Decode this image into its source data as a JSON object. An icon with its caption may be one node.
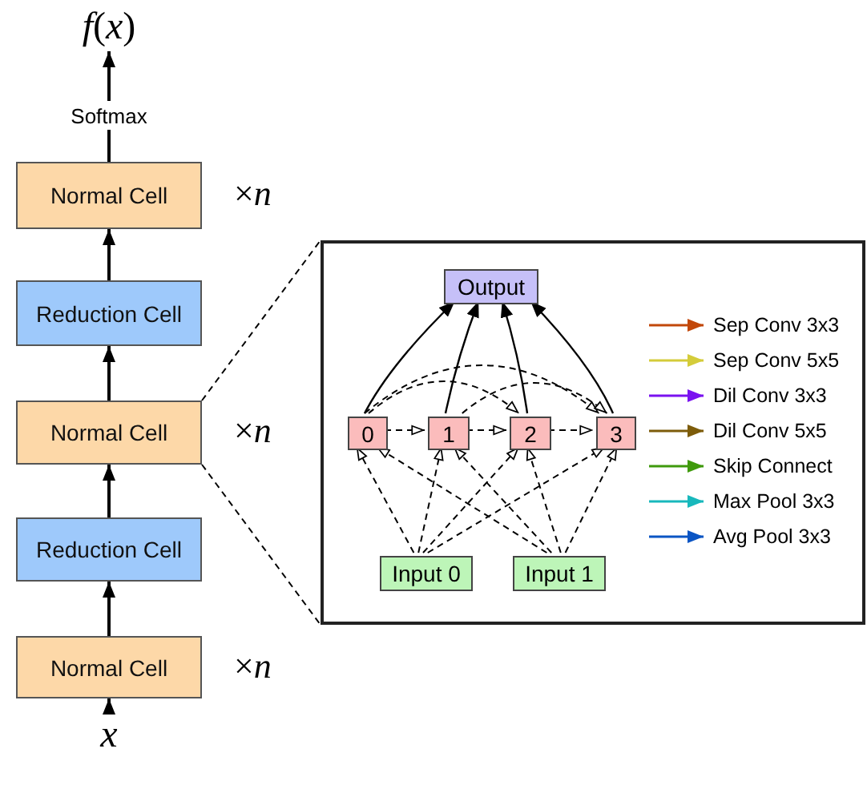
{
  "diagram": {
    "nodes": [
      {
        "text": [
          "*x*"
        ]
      },
      {
        "text": [
          "Normal Cell"
        ],
        "beside": [
          "×*n*"
        ]
      },
      {
        "text": [
          "Reduction Cell"
        ]
      },
      {
        "text": [
          "Normal Cell"
        ],
        "beside": [
          "×*n*"
        ]
      },
      {
        "text": [
          "Reduction Cell"
        ]
      },
      {
        "text": [
          "Normal Cell"
        ],
        "beside": [
          "×*n*"
        ]
      },
      {
        "text": [
          "Softmax"
        ]
      },
      {
        "text": [
          "*f*(*x*)"
        ]
      },
      {
        "text": [],
        "shape": "box"
      },
      {
        "text": [
          "Output"
        ],
        "in": 8
      },
      {
        "text": [
          "0"
        ],
        "in": 8
      },
      {
        "text": [
          "1"
        ],
        "in": 8
      },
      {
        "text": [
          "2"
        ],
        "in": 8
      },
      {
        "text": [
          "3"
        ],
        "in": 8
      },
      {
        "text": [
          "Input 0"
        ],
        "in": 8
      },
      {
        "text": [
          "Input 1"
        ],
        "in": 8
      }
    ],
    "edges": [
      {
        "from": 0,
        "to": 1,
        "arrow": "to"
      },
      {
        "from": 1,
        "to": 2,
        "arrow": "to"
      },
      {
        "from": 2,
        "to": 3,
        "arrow": "to"
      },
      {
        "from": 3,
        "to": 4,
        "arrow": "to"
      },
      {
        "from": 4,
        "to": 5,
        "arrow": "to"
      },
      {
        "from": 5,
        "to": 6,
        "arrow": "none"
      },
      {
        "from": 6,
        "to": 7,
        "arrow": "to"
      },
      {
        "from": 3,
        "to": 8,
        "arrow": "none",
        "style": "dashed"
      },
      {
        "from": 3,
        "to": 8,
        "arrow": "none",
        "style": "dashed"
      },
      {
        "from": 10,
        "to": 9,
        "arrow": "to"
      },
      {
        "from": 11,
        "to": 9,
        "arrow": "to"
      },
      {
        "from": 12,
        "to": 9,
        "arrow": "to"
      },
      {
        "from": 13,
        "to": 9,
        "arrow": "to"
      },
      {
        "from": 10,
        "to": 11,
        "arrow": "to",
        "style": "dashed"
      },
      {
        "from": 11,
        "to": 12,
        "arrow": "to",
        "style": "dashed"
      },
      {
        "from": 12,
        "to": 13,
        "arrow": "to",
        "style": "dashed"
      },
      {
        "from": 10,
        "to": 12,
        "arrow": "to",
        "style": "dashed"
      },
      {
        "from": 10,
        "to": 13,
        "arrow": "to",
        "style": "dashed"
      },
      {
        "from": 11,
        "to": 13,
        "arrow": "to",
        "style": "dashed"
      },
      {
        "from": 14,
        "to": 10,
        "arrow": "to",
        "style": "dashed"
      },
      {
        "from": 14,
        "to": 11,
        "arrow": "to",
        "style": "dashed"
      },
      {
        "from": 14,
        "to": 12,
        "arrow": "to",
        "style": "dashed"
      },
      {
        "from": 14,
        "to": 13,
        "arrow": "to",
        "style": "dashed"
      },
      {
        "from": 15,
        "to": 10,
        "arrow": "to",
        "style": "dashed"
      },
      {
        "from": 15,
        "to": 11,
        "arrow": "to",
        "style": "dashed"
      },
      {
        "from": 15,
        "to": 12,
        "arrow": "to",
        "style": "dashed"
      },
      {
        "from": 15,
        "to": 13,
        "arrow": "to",
        "style": "dashed"
      }
    ],
    "legend": [
      {
        "text": "Sep Conv 3x3",
        "color": "#c2480a"
      },
      {
        "text": "Sep Conv 5x5",
        "color": "#d4cc3a"
      },
      {
        "text": "Dil Conv 3x3",
        "color": "#7a12f0"
      },
      {
        "text": "Dil Conv 5x5",
        "color": "#7d5c0a"
      },
      {
        "text": "Skip Connect",
        "color": "#3f9a0c"
      },
      {
        "text": "Max Pool 3x3",
        "color": "#18b8bc"
      },
      {
        "text": "Avg Pool 3x3",
        "color": "#0b55c4"
      }
    ]
  }
}
